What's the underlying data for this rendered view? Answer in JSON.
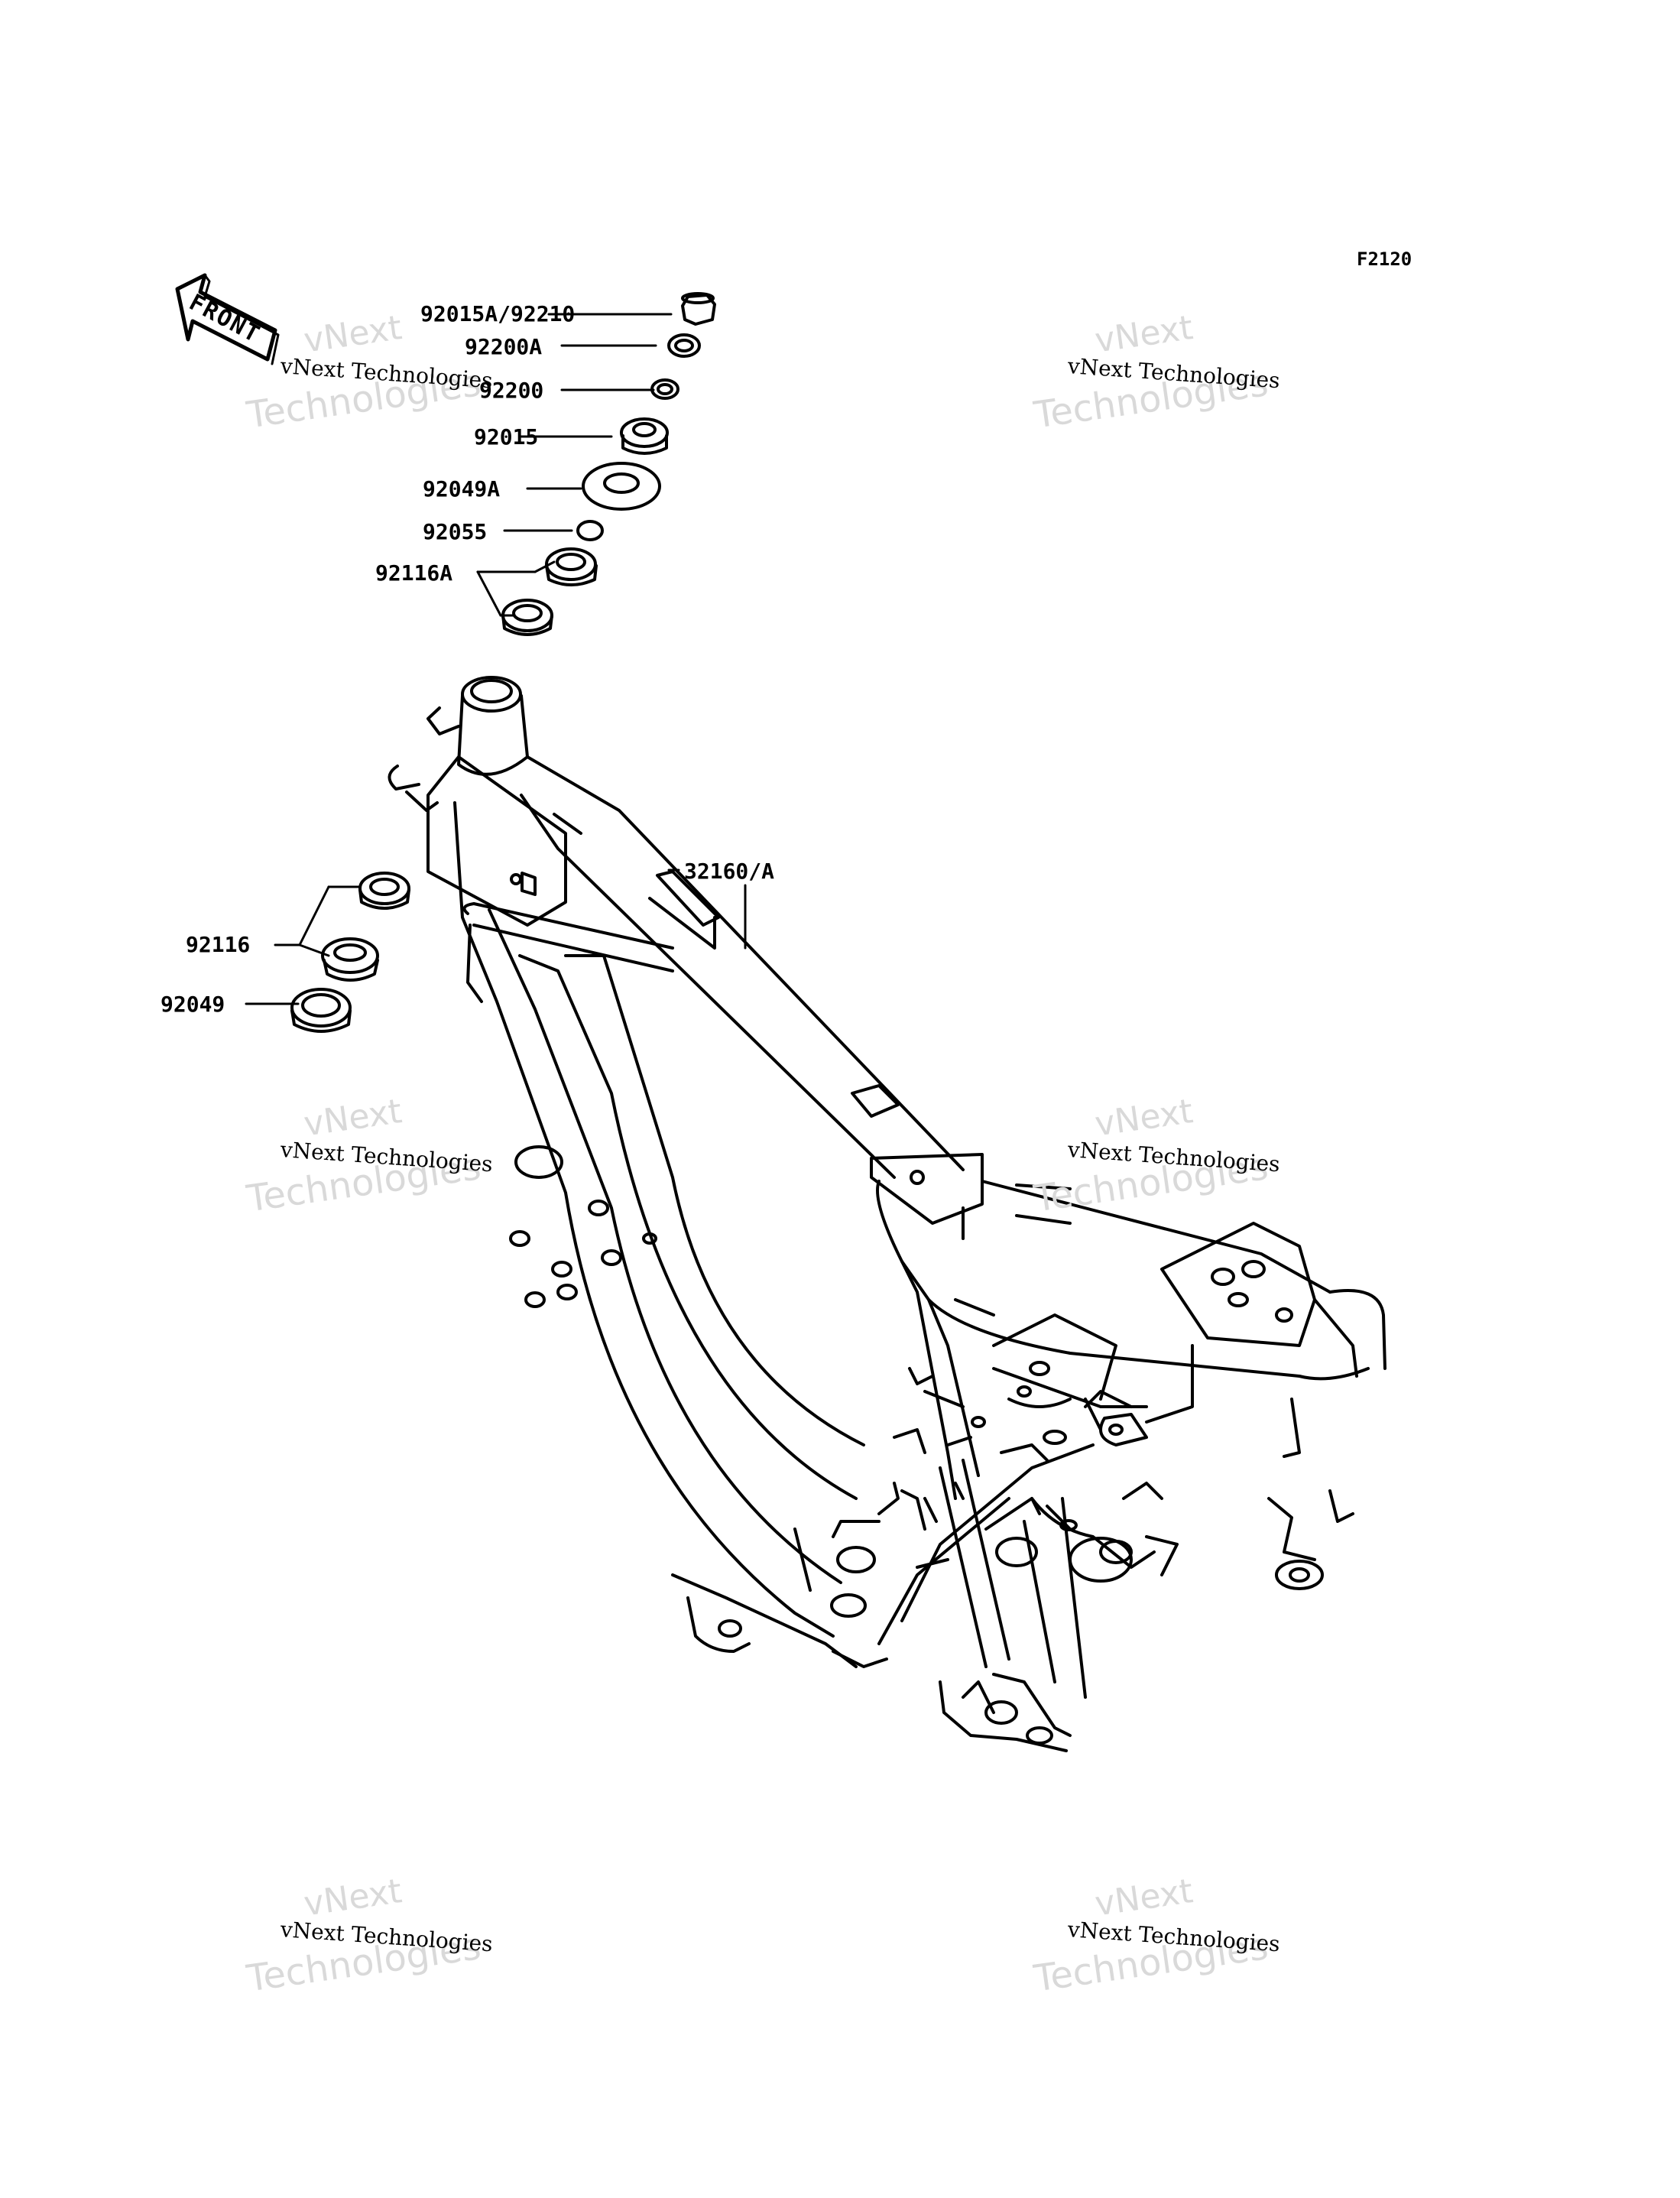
{
  "figure_code": "F2120",
  "front_label": "FRONT",
  "parts": {
    "p1": "92015A/92210",
    "p2": "92200A",
    "p3": "92200",
    "p4": "92015",
    "p5": "92049A",
    "p6": "92055",
    "p7": "92116A",
    "p8": "32160/A",
    "p9": "92116",
    "p10": "92049"
  },
  "watermark": {
    "line_small": "vNext Technologies",
    "line_top": "vNext",
    "line_bottom": "Technologies"
  }
}
